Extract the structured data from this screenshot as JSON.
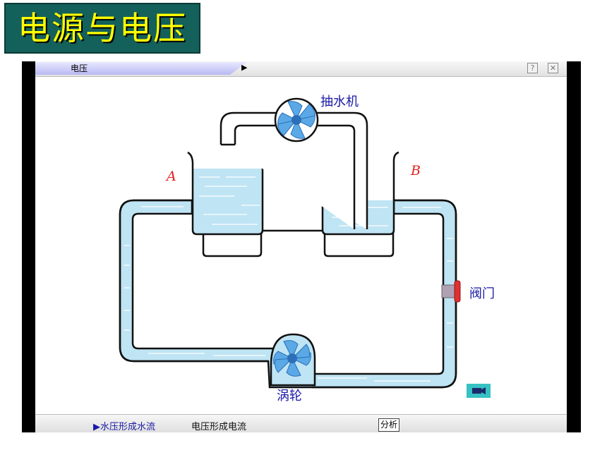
{
  "slide": {
    "title": "电源与电压"
  },
  "window": {
    "tab_label": "电压",
    "play_glyph": "▶",
    "help_glyph": "?",
    "close_glyph": "✕"
  },
  "diagram": {
    "pump_label": "抽水机",
    "container_a": "A",
    "container_b": "B",
    "valve_label": "阀门",
    "turbine_label": "涡轮",
    "water_color": "#bfe4f4",
    "valve_color": "#e0302e"
  },
  "bottom": {
    "mode_water": "▶水压形成水流",
    "mode_voltage": "电压形成电流",
    "analyze_button": "分析"
  }
}
